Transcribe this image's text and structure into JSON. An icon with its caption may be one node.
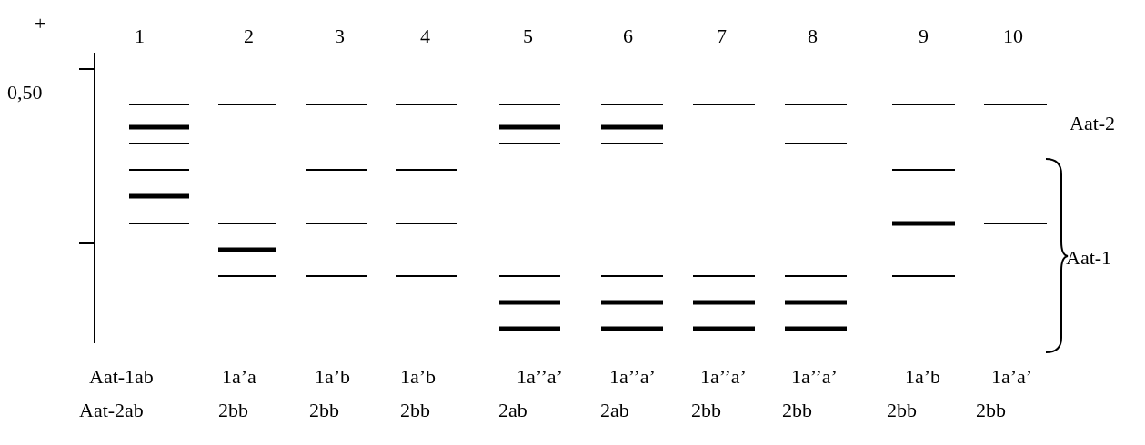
{
  "diagram": {
    "labels": [
      "+",
      "1",
      "2",
      "3",
      "4",
      "5",
      "6",
      "7",
      "8",
      "9",
      "10",
      "0,50",
      "Aat-2",
      "Aat-1",
      "Aat-1ab",
      "1a’a",
      "1a’b",
      "1a’b",
      "1a’’a’",
      "1a’’a’",
      "1a’’a’",
      "1a’’a’",
      "1a’b",
      "1a’a’",
      "Aat-2ab",
      "2bb",
      "2bb",
      "2bb",
      "2ab",
      "2ab",
      "2bb",
      "2bb",
      "2bb",
      "2bb"
    ]
  }
}
